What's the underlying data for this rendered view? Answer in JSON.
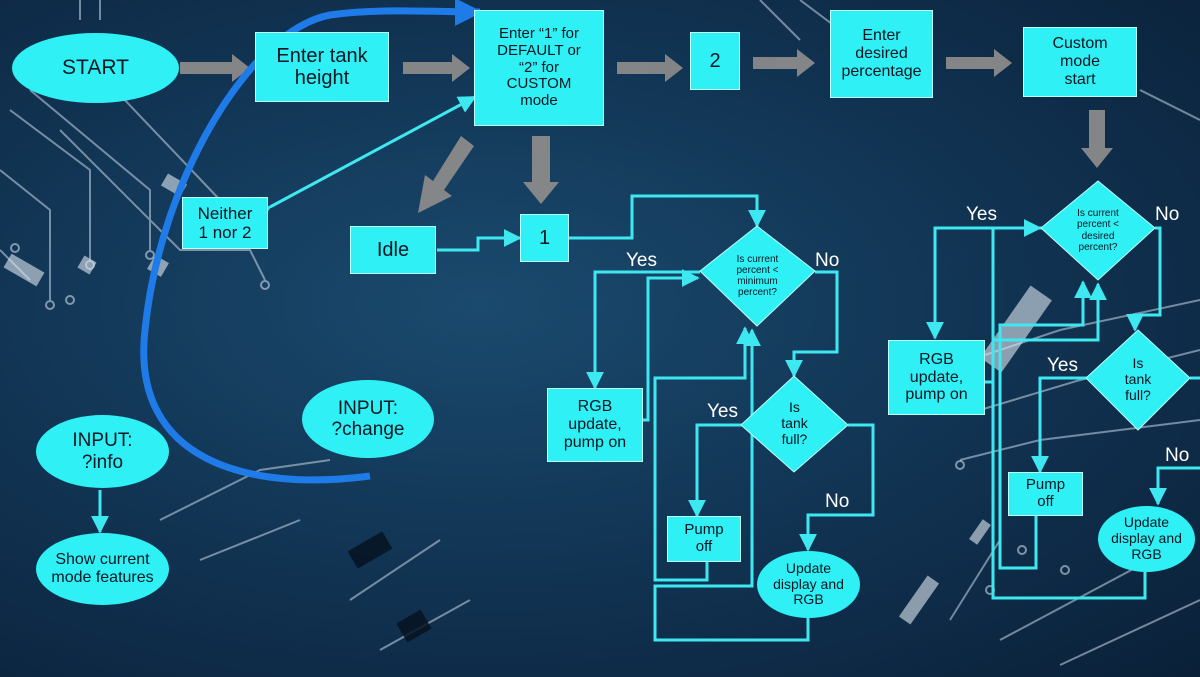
{
  "colors": {
    "node": "#2ff0f5",
    "connector": "#3ee8f0",
    "gray_arrow": "#8a8a8a",
    "blue_arrow": "#1e7be8",
    "circuit": "#c9d8e8"
  },
  "nodes": {
    "start": "START",
    "tank_height": "Enter tank\nheight",
    "mode_select": "Enter “1” for\nDEFAULT or\n“2” for\nCUSTOM\nmode",
    "two": "2",
    "desired_pct": "Enter\ndesired\npercentage",
    "custom_start": "Custom\nmode\nstart",
    "neither": "Neither\n1 nor 2",
    "idle": "Idle",
    "one": "1",
    "input_change": "INPUT:\n?change",
    "input_info": "INPUT:\n?info",
    "show_features": "Show current\nmode features",
    "d_min": "Is current\npercent <\nminimum\npercent?",
    "rgb1": "RGB\nupdate,\npump on",
    "d_full1": "Is\ntank\nfull?",
    "pump_off1": "Pump\noff",
    "update1": "Update\ndisplay and\nRGB",
    "d_desired": "Is current\npercent <\ndesired\npercent?",
    "rgb2": "RGB\nupdate,\npump on",
    "d_full2": "Is\ntank\nfull?",
    "pump_off2": "Pump\noff",
    "update2": "Update\ndisplay and\nRGB"
  },
  "labels": {
    "yes1": "Yes",
    "no1": "No",
    "yes2": "Yes",
    "no2": "No",
    "yes3": "Yes",
    "no3": "No",
    "yes4": "Yes",
    "no4": "No"
  }
}
